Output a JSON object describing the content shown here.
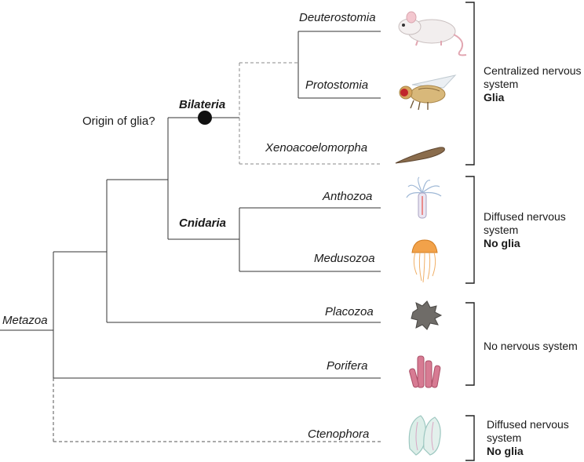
{
  "root_label": "Metazoa",
  "question": "Origin of glia?",
  "clades": {
    "bilateria": "Bilateria",
    "cnidaria": "Cnidaria"
  },
  "taxa": [
    {
      "id": "deuterostomia",
      "label": "Deuterostomia",
      "icon": "mouse-icon"
    },
    {
      "id": "protostomia",
      "label": "Protostomia",
      "icon": "fly-icon"
    },
    {
      "id": "xenoacoelomorpha",
      "label": "Xenoacoelomorpha",
      "icon": "flatworm-icon"
    },
    {
      "id": "anthozoa",
      "label": "Anthozoa",
      "icon": "sea-anemone-icon"
    },
    {
      "id": "medusozoa",
      "label": "Medusozoa",
      "icon": "jellyfish-icon"
    },
    {
      "id": "placozoa",
      "label": "Placozoa",
      "icon": "placozoan-icon"
    },
    {
      "id": "porifera",
      "label": "Porifera",
      "icon": "sponge-icon"
    },
    {
      "id": "ctenophora",
      "label": "Ctenophora",
      "icon": "comb-jelly-icon"
    }
  ],
  "groups": [
    {
      "line1": "Centralized nervous",
      "line2": "system",
      "bold": "Glia"
    },
    {
      "line1": "Diffused nervous",
      "line2": "system",
      "bold": "No glia"
    },
    {
      "line1": "No nervous system",
      "line2": "",
      "bold": ""
    },
    {
      "line1": "Diffused nervous",
      "line2": "system",
      "bold": "No glia"
    }
  ],
  "colors": {
    "line": "#333333",
    "dashed": "#888888",
    "node": "#111111"
  }
}
